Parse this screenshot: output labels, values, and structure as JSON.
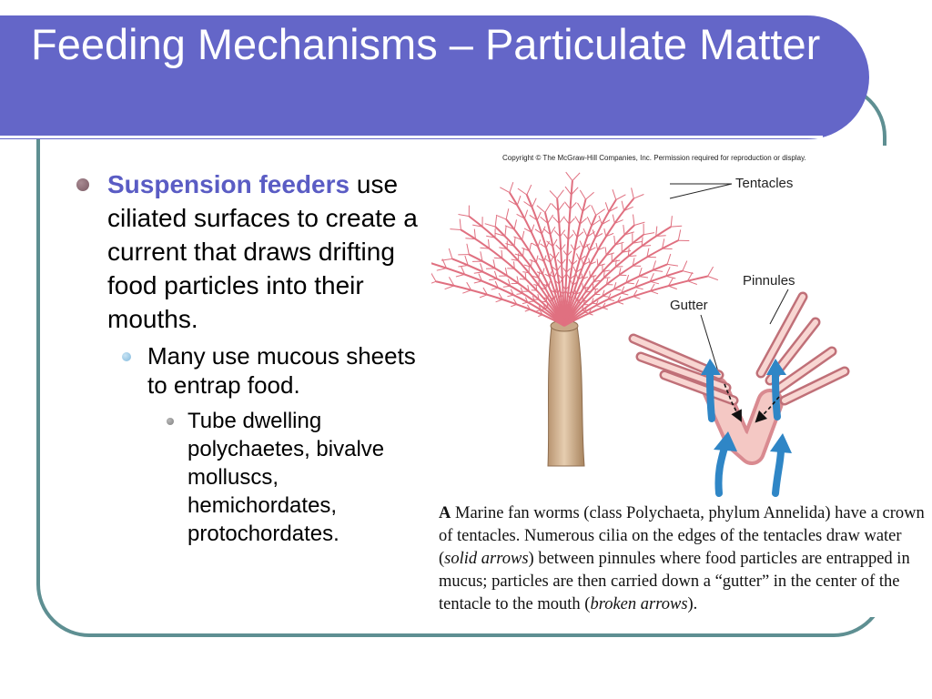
{
  "slide": {
    "title": "Feeding Mechanisms – Particulate Matter",
    "bullet1": {
      "keyword": "Suspension feeders",
      "text": "use ciliated surfaces to create a current that draws drifting food particles into their mouths."
    },
    "bullet2": {
      "text": "Many use mucous sheets to entrap food."
    },
    "bullet3": {
      "text": "Tube dwelling polychaetes, bivalve molluscs, hemichordates, protochordates."
    }
  },
  "figure": {
    "copyright": "Copyright © The McGraw-Hill Companies, Inc. Permission required for reproduction or display.",
    "labels": {
      "tentacles": "Tentacles",
      "pinnules": "Pinnules",
      "gutter": "Gutter"
    },
    "caption": {
      "letter": "A",
      "part1": "Marine fan worms (class Polychaeta, phylum Annelida) have a crown of tentacles. Numerous cilia on the edges of the tentacles draw water (",
      "italic1": "solid arrows",
      "part2": ") between pinnules where food particles are entrapped in mucus; particles are then carried down a “gutter” in the center of the tentacle to the mouth (",
      "italic2": "broken arrows",
      "part3": ")."
    }
  },
  "colors": {
    "title_bar": "#6466c8",
    "frame_border": "#5e8f92",
    "keyword": "#5a5cc4",
    "tentacle": "#e07080",
    "tube": "#d8b898",
    "arrow": "#2f86c6"
  }
}
